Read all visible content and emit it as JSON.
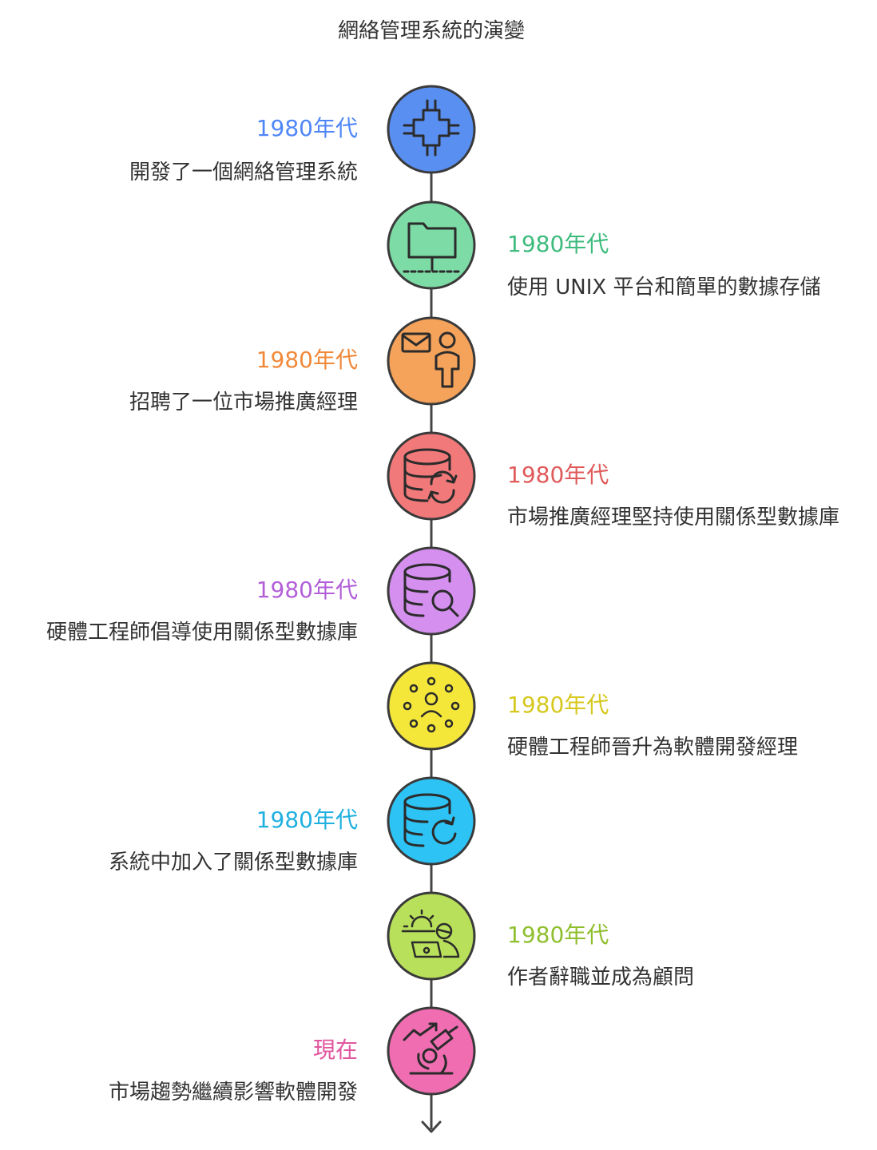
{
  "title": "網絡管理系統的演變",
  "events": [
    {
      "period": "1980年代",
      "description": "開發了一個網絡管理系統",
      "color": "#4f86f7",
      "icon": "circuit-icon"
    },
    {
      "period": "1980年代",
      "description": "使用 UNIX 平台和簡單的數據存儲",
      "color": "#3dbb7d",
      "icon": "network-folder-icon"
    },
    {
      "period": "1980年代",
      "description": "招聘了一位市場推廣經理",
      "color": "#f0893a",
      "icon": "recruit-person-icon"
    },
    {
      "period": "1980年代",
      "description": "市場推廣經理堅持使用關係型數據庫",
      "color": "#e05a5a",
      "icon": "database-sync-icon"
    },
    {
      "period": "1980年代",
      "description": "硬體工程師倡導使用關係型數據庫",
      "color": "#b25fd8",
      "icon": "database-search-icon"
    },
    {
      "period": "1980年代",
      "description": "硬體工程師晉升為軟體開發經理",
      "color": "#d6c81e",
      "icon": "team-network-icon"
    },
    {
      "period": "1980年代",
      "description": "系統中加入了關係型數據庫",
      "color": "#1fb0e0",
      "icon": "database-refresh-icon"
    },
    {
      "period": "1980年代",
      "description": "作者辭職並成為顧問",
      "color": "#8fbf2e",
      "icon": "consultant-icon"
    },
    {
      "period": "現在",
      "description": "市場趨勢繼續影響軟體開發",
      "color": "#e0569f",
      "icon": "microscope-trend-icon"
    }
  ]
}
